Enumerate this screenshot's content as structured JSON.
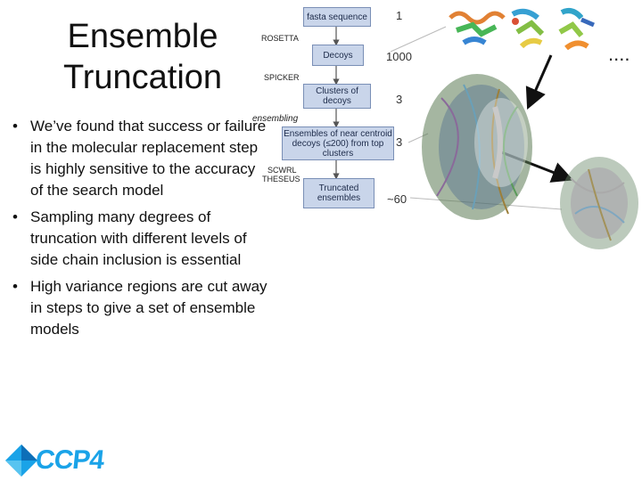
{
  "slide": {
    "title_line1": "Ensemble",
    "title_line2": "Truncation",
    "bullets": [
      "We’ve found that success or failure in the molecular replacement step is highly sensitive to the accuracy of the search model",
      "Sampling many degrees of truncation with different levels of side chain inclusion is essential",
      "High variance regions are cut away in steps to give a set of ensemble models"
    ],
    "bullet_char": "•"
  },
  "flowchart": {
    "boxes": [
      "fasta sequence",
      "Decoys",
      "Clusters of decoys",
      "Ensembles of near centroid decoys (≤200) from top clusters",
      "Truncated ensembles"
    ],
    "side_labels": [
      "ROSETTA",
      "SPICKER",
      "ensembling",
      "SCWRL",
      "THESEUS"
    ],
    "counts": [
      "1",
      "1000",
      "3",
      "3",
      "~60"
    ]
  },
  "more_dots": "....",
  "logo": {
    "text": "CCP4",
    "color": "#1aa3e8"
  }
}
